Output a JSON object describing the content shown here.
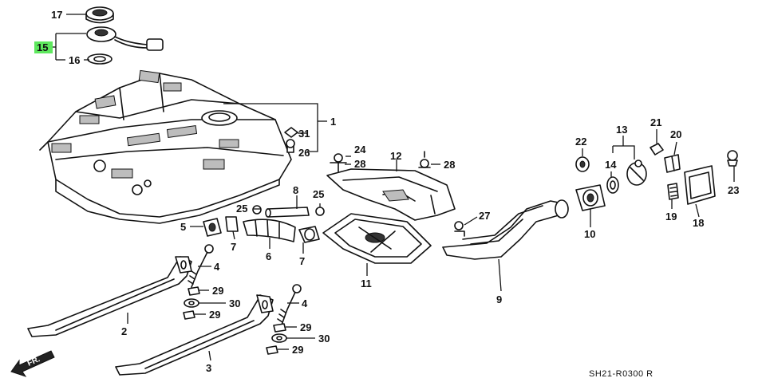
{
  "highlight_color": "#5ee85e",
  "ink_color": "#111111",
  "callouts": {
    "c1": "1",
    "c2": "2",
    "c3": "3",
    "c4a": "4",
    "c4b": "4",
    "c5": "5",
    "c6": "6",
    "c7a": "7",
    "c7b": "7",
    "c8": "8",
    "c9": "9",
    "c10": "10",
    "c11": "11",
    "c12": "12",
    "c13": "13",
    "c14": "14",
    "c15": "15",
    "c16": "16",
    "c17": "17",
    "c18": "18",
    "c19": "19",
    "c20": "20",
    "c21": "21",
    "c22": "22",
    "c23": "23",
    "c24": "24",
    "c25a": "25",
    "c25b": "25",
    "c26": "26",
    "c27": "27",
    "c28a": "28",
    "c28b": "28",
    "c29a": "29",
    "c29b": "29",
    "c29c": "29",
    "c29d": "29",
    "c30a": "30",
    "c30b": "30",
    "c31": "31"
  },
  "front_arrow": "FR.",
  "diagram_code": "SH21-R0300 R"
}
